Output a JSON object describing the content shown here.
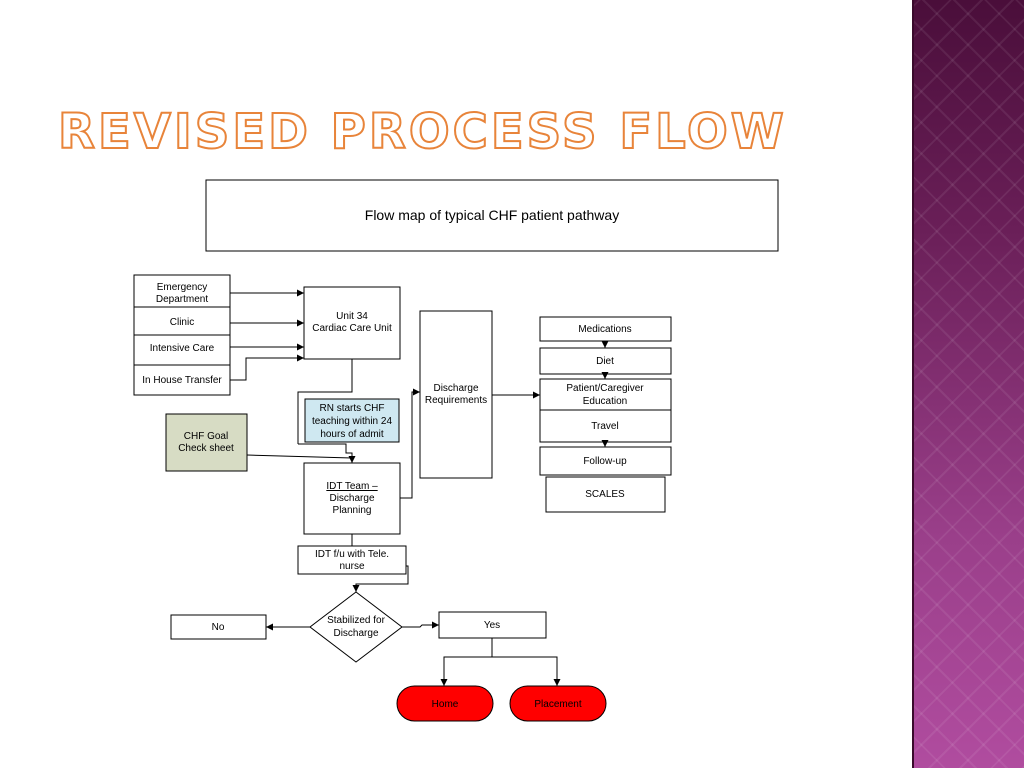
{
  "slide": {
    "title": "Revised Process Flow"
  },
  "diagram": {
    "header": "Flow map of  typical CHF patient pathway",
    "sources": {
      "emergency": [
        "Emergency",
        "Department"
      ],
      "clinic": "Clinic",
      "intensive": "Intensive Care",
      "transfer": "In House Transfer"
    },
    "unit34": [
      "Unit 34",
      "Cardiac Care Unit"
    ],
    "rn_teaching": [
      "RN starts CHF",
      "teaching within 24",
      "hours of admit"
    ],
    "goal_sheet": [
      "CHF Goal",
      "Check sheet"
    ],
    "idt_team": [
      "IDT Team –",
      "Discharge",
      "Planning"
    ],
    "idt_followup": [
      "IDT f/u  with Tele.",
      "nurse"
    ],
    "discharge_req": [
      "Discharge",
      "Requirements"
    ],
    "requirements": {
      "medications": "Medications",
      "diet": "Diet",
      "education": [
        "Patient/Caregiver",
        "Education"
      ],
      "travel": "Travel",
      "followup": "Follow-up",
      "scales": "SCALES"
    },
    "decision": [
      "Stabilized for",
      "Discharge"
    ],
    "no": "No",
    "yes": "Yes",
    "home": "Home",
    "placement": "Placement"
  },
  "colors": {
    "title_outline": "#e8843a",
    "teaching_fill": "#cfe8f1",
    "goal_fill": "#d7dcc4",
    "outcome_fill": "#ff0000",
    "panel_top": "#4a0e3a",
    "panel_bottom": "#b04c9f"
  }
}
